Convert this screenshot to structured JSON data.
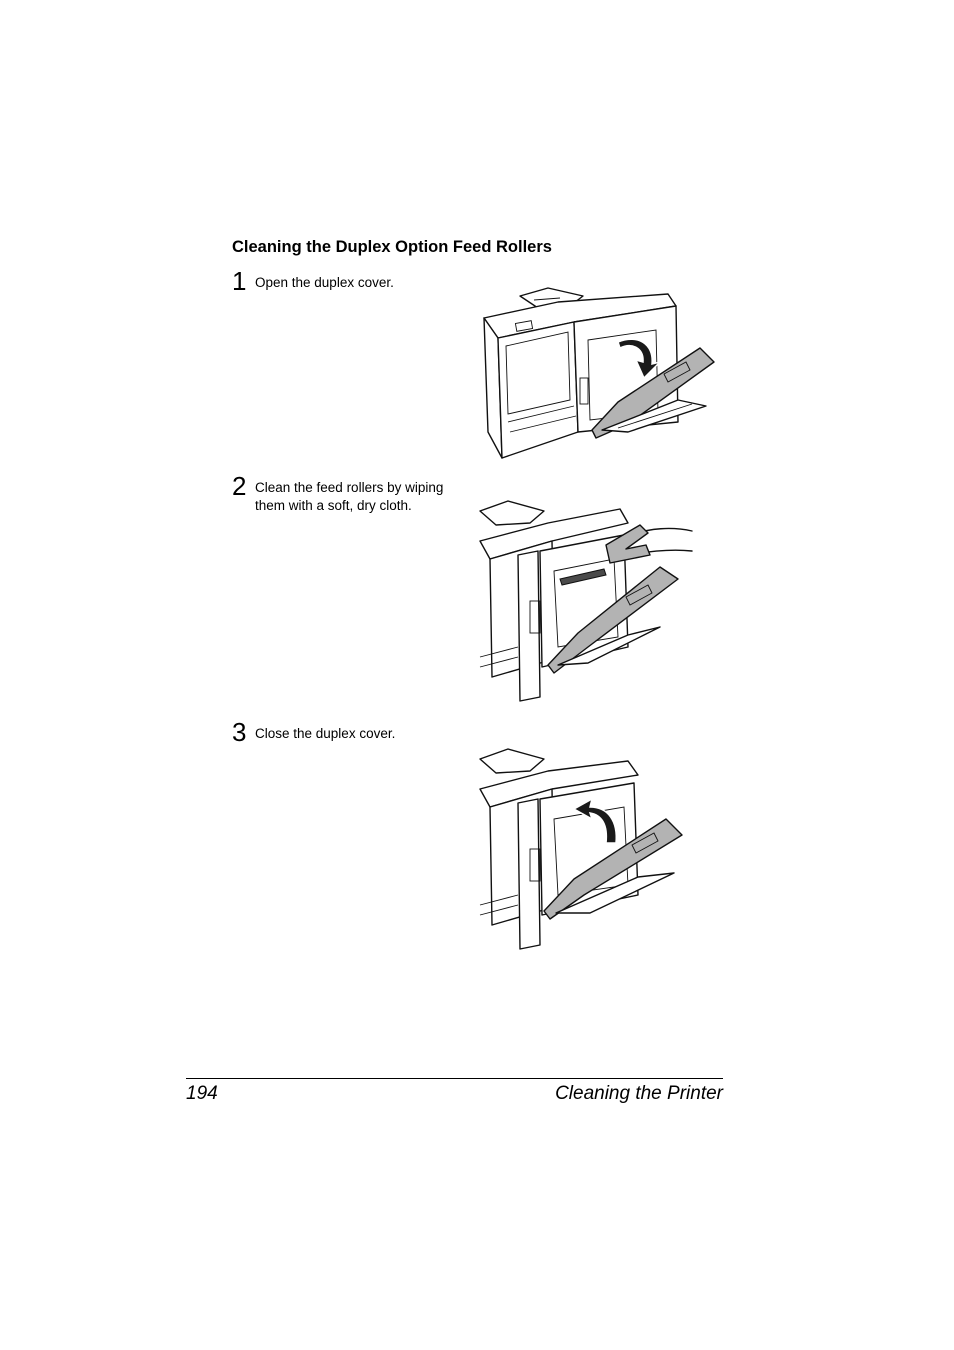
{
  "heading": "Cleaning the Duplex Option Feed Rollers",
  "steps": [
    {
      "number": "1",
      "text_lines": [
        "Open the duplex cover."
      ]
    },
    {
      "number": "2",
      "text_lines": [
        "Clean the feed rollers by wiping",
        "them with a soft, dry cloth."
      ]
    },
    {
      "number": "3",
      "text_lines": [
        "Close the duplex cover."
      ]
    }
  ],
  "footer": {
    "page_number": "194",
    "section": "Cleaning the Printer"
  },
  "colors": {
    "cover_fill": "#b3b3b3",
    "line": "#111111"
  }
}
